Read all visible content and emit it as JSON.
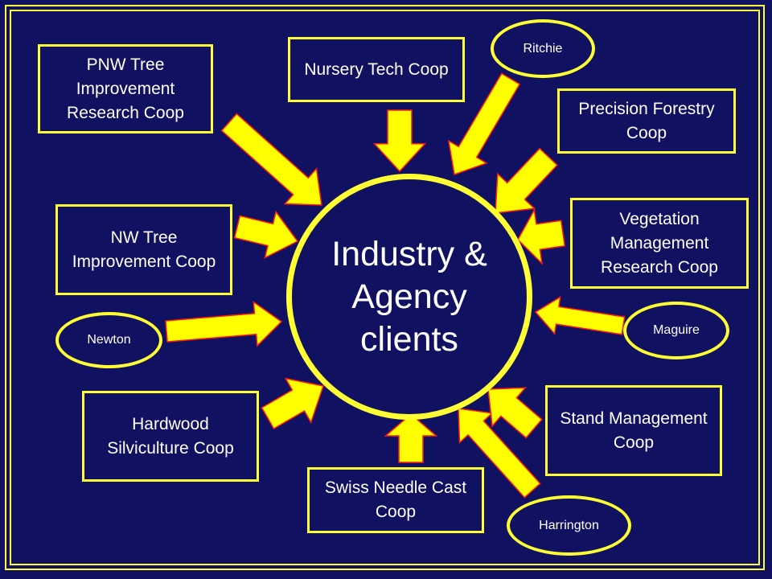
{
  "colors": {
    "background": "#101261",
    "accent": "#ffff33",
    "arrow_fill": "#ffff00",
    "arrow_outline": "#ff1a1a",
    "text": "#ffffff"
  },
  "center": {
    "label": "Industry & Agency clients"
  },
  "boxes": {
    "pnw": "PNW Tree Improvement Research Coop",
    "nursery": "Nursery Tech Coop",
    "precision": "Precision Forestry Coop",
    "nw_tree": "NW Tree Improvement Coop",
    "vegetation": "Vegetation Management Research Coop",
    "hardwood": "Hardwood Silviculture Coop",
    "stand": "Stand Management Coop",
    "swiss": "Swiss Needle Cast Coop"
  },
  "people": {
    "ritchie": "Ritchie",
    "newton": "Newton",
    "maguire": "Maguire",
    "harrington": "Harrington"
  }
}
